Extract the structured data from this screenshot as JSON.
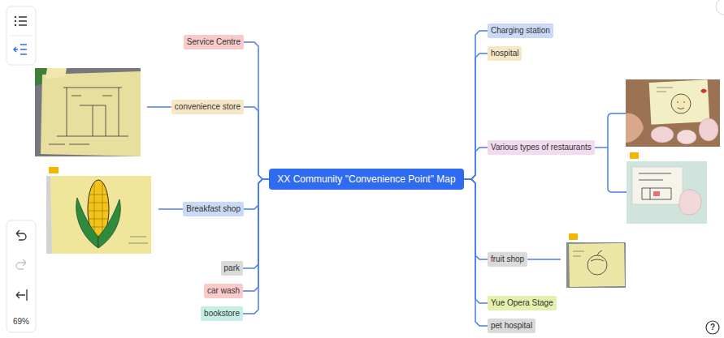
{
  "diagram": {
    "nodes": [
      {
        "text": [
          "XX Community \"Convenience Point\" Map"
        ]
      },
      {
        "text": [
          "Service Centre"
        ]
      },
      {
        "text": [
          "convenience store"
        ]
      },
      {
        "text": [
          "Breakfast shop"
        ]
      },
      {
        "text": [
          "park"
        ]
      },
      {
        "text": [
          "car wash"
        ]
      },
      {
        "text": [
          "bookstore"
        ]
      },
      {
        "text": [
          "Charging station"
        ]
      },
      {
        "text": [
          "hospital"
        ]
      },
      {
        "text": [
          "Various types of restaurants"
        ]
      },
      {
        "text": [
          "fruit shop"
        ]
      },
      {
        "text": [
          "Yue Opera Stage"
        ]
      },
      {
        "text": [
          "pet hospital"
        ]
      }
    ],
    "edges": [
      {
        "from": 0,
        "to": 1,
        "arrow": "none"
      },
      {
        "from": 0,
        "to": 2,
        "arrow": "none"
      },
      {
        "from": 0,
        "to": 3,
        "arrow": "none"
      },
      {
        "from": 0,
        "to": 4,
        "arrow": "none"
      },
      {
        "from": 0,
        "to": 5,
        "arrow": "none"
      },
      {
        "from": 0,
        "to": 6,
        "arrow": "none"
      },
      {
        "from": 0,
        "to": 7,
        "arrow": "none"
      },
      {
        "from": 0,
        "to": 8,
        "arrow": "none"
      },
      {
        "from": 0,
        "to": 9,
        "arrow": "none"
      },
      {
        "from": 0,
        "to": 10,
        "arrow": "none"
      },
      {
        "from": 0,
        "to": 11,
        "arrow": "none"
      },
      {
        "from": 0,
        "to": 12,
        "arrow": "none"
      }
    ],
    "labels": [
      "69%",
      "?"
    ]
  }
}
